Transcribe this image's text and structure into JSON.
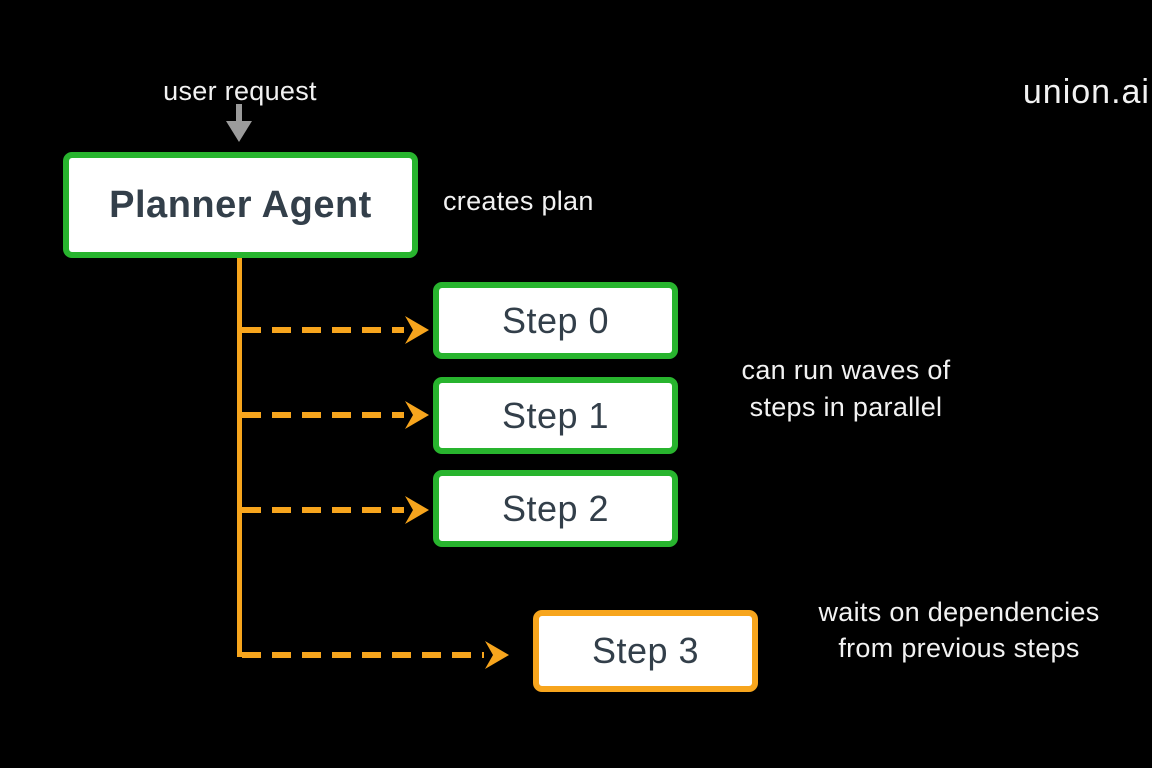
{
  "brand": {
    "logo": "union.ai"
  },
  "colors": {
    "bg": "#000000",
    "green": "#28b42e",
    "orange": "#f7a51d",
    "gray": "#9b9b9b",
    "dark": "#333f4a",
    "light": "#f2f2f2",
    "boxbg": "#ffffff"
  },
  "diagram": {
    "user_request_label": "user request",
    "planner": {
      "label": "Planner Agent"
    },
    "creates_plan_label": "creates plan",
    "steps": [
      {
        "label": "Step 0",
        "accent": "green"
      },
      {
        "label": "Step 1",
        "accent": "green"
      },
      {
        "label": "Step 2",
        "accent": "green"
      },
      {
        "label": "Step 3",
        "accent": "orange"
      }
    ],
    "parallel_note": {
      "line1": "can run waves of",
      "line2": "steps in parallel"
    },
    "waits_note": {
      "line1": "waits on dependencies",
      "line2": "from previous steps"
    },
    "icons": {
      "user_request_arrow": "down-arrow",
      "step_arrows": "dashed-right-arrow"
    }
  }
}
